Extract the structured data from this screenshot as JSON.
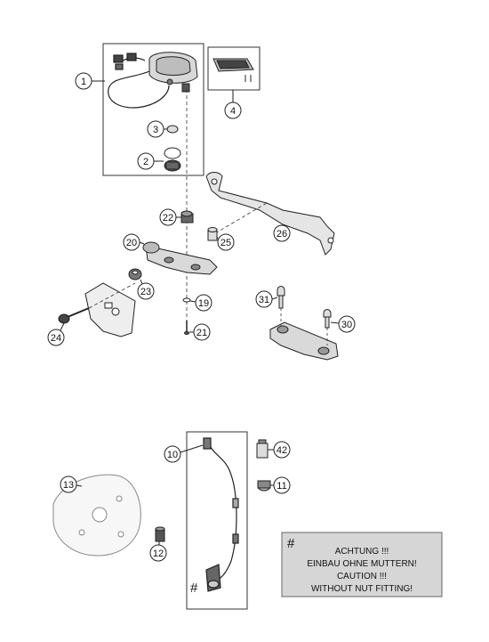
{
  "callouts": [
    {
      "id": "c1",
      "label": "1"
    },
    {
      "id": "c2",
      "label": "2"
    },
    {
      "id": "c3",
      "label": "3"
    },
    {
      "id": "c4",
      "label": "4"
    },
    {
      "id": "c10",
      "label": "10"
    },
    {
      "id": "c11",
      "label": "11"
    },
    {
      "id": "c12",
      "label": "12"
    },
    {
      "id": "c13",
      "label": "13"
    },
    {
      "id": "c19",
      "label": "19"
    },
    {
      "id": "c20",
      "label": "20"
    },
    {
      "id": "c21",
      "label": "21"
    },
    {
      "id": "c22",
      "label": "22"
    },
    {
      "id": "c23",
      "label": "23"
    },
    {
      "id": "c24",
      "label": "24"
    },
    {
      "id": "c25",
      "label": "25"
    },
    {
      "id": "c26",
      "label": "26"
    },
    {
      "id": "c30",
      "label": "30"
    },
    {
      "id": "c31",
      "label": "31"
    },
    {
      "id": "c42",
      "label": "42"
    }
  ],
  "note": {
    "symbol": "#",
    "lines": [
      "ACHTUNG !!!",
      "EINBAU OHNE MUTTERN!",
      "CAUTION !!!",
      "WITHOUT NUT FITTING!"
    ]
  },
  "cable_marker": "#"
}
